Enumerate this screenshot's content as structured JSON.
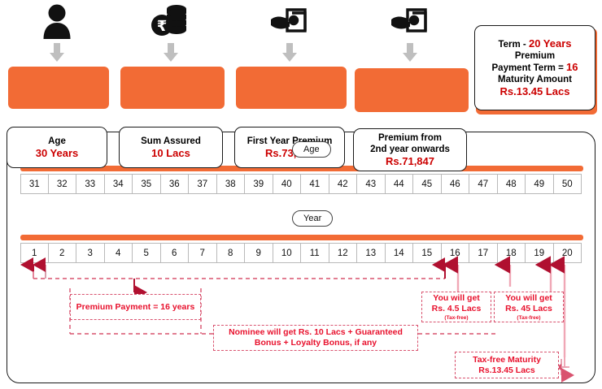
{
  "top_cards": [
    {
      "icon": "person-icon",
      "lines": [
        {
          "text": "Age",
          "style": "dark"
        },
        {
          "text": "30 Years",
          "style": "red"
        }
      ]
    },
    {
      "icon": "rupee-coins-icon",
      "lines": [
        {
          "text": "Sum Assured",
          "style": "dark"
        },
        {
          "text": "10 Lacs",
          "style": "red"
        }
      ]
    },
    {
      "icon": "hand-cash-icon",
      "lines": [
        {
          "text": "First Year Premium",
          "style": "dark"
        },
        {
          "text": "Rs.73,428",
          "style": "red"
        }
      ]
    },
    {
      "icon": "hand-cash-icon",
      "lines": [
        {
          "text": "Premium from",
          "style": "dark"
        },
        {
          "text": "2nd year onwards",
          "style": "dark"
        },
        {
          "text": "Rs.71,847",
          "style": "red"
        }
      ]
    },
    {
      "icon": "none",
      "lines": [
        {
          "text": "Term  - ",
          "style": "dark-inline",
          "red_suffix": "20 Years"
        },
        {
          "text": "Premium",
          "style": "dark"
        },
        {
          "text": "Payment Term = ",
          "style": "dark-inline",
          "red_suffix": "16"
        },
        {
          "text": "Maturity Amount",
          "style": "dark"
        },
        {
          "text": "Rs.13.45 Lacs",
          "style": "red"
        }
      ]
    }
  ],
  "timeline": {
    "age_label": "Age",
    "year_label": "Year",
    "age_values": [
      "31",
      "32",
      "33",
      "34",
      "35",
      "36",
      "37",
      "38",
      "39",
      "40",
      "41",
      "42",
      "43",
      "44",
      "45",
      "46",
      "47",
      "48",
      "49",
      "50"
    ],
    "year_values": [
      "1",
      "2",
      "3",
      "4",
      "5",
      "6",
      "7",
      "8",
      "9",
      "10",
      "11",
      "12",
      "13",
      "14",
      "15",
      "16",
      "17",
      "18",
      "19",
      "20"
    ]
  },
  "callouts": {
    "premium_payment": {
      "line1": "Premium Payment = 16 years"
    },
    "nominee": {
      "line1": "Nominee will get Rs. 10 Lacs + Guaranteed",
      "line2": "Bonus + Loyalty Bonus, if any"
    },
    "payout_year16": {
      "line1": "You will get",
      "line2": "Rs. 4.5 Lacs",
      "note": "(Tax-free)"
    },
    "payout_year18": {
      "line1": "You will get",
      "line2": "Rs. 45 Lacs",
      "note": "(Tax-free)"
    },
    "maturity": {
      "line1": "Tax-free Maturity",
      "line2": "Rs.13.45 Lacs"
    }
  },
  "colors": {
    "accent_orange": "#f26b35",
    "red_text": "#e8112d",
    "dark_red_text": "#cc0000",
    "callout_border": "#d9536f",
    "arrow_red": "#b01030",
    "grey_arrow": "#bfbfbf"
  }
}
